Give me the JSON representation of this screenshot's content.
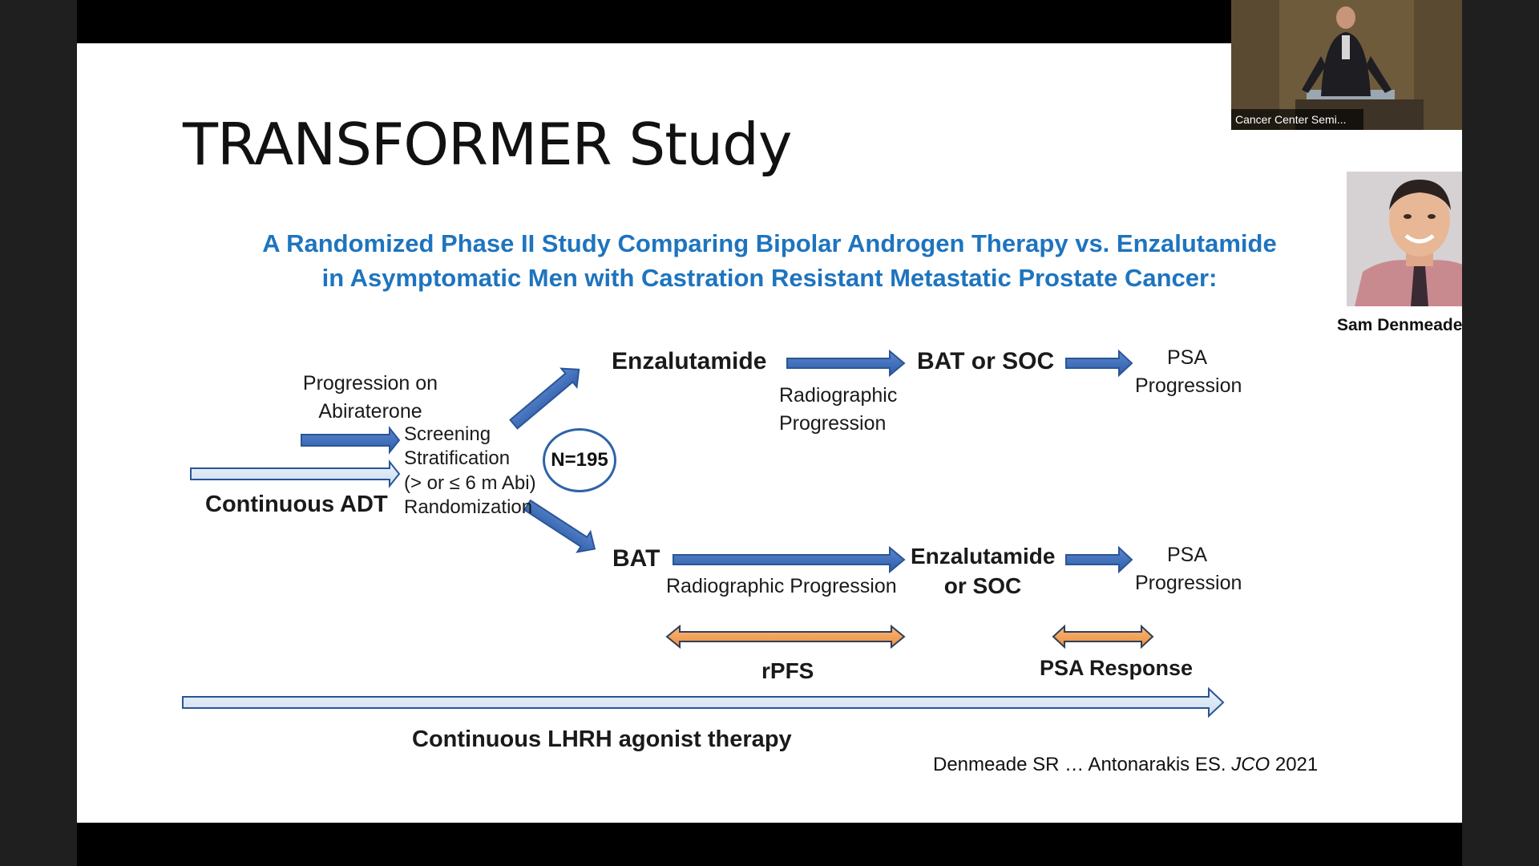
{
  "slide": {
    "title": "TRANSFORMER Study",
    "subtitle_line1": "A Randomized Phase II Study Comparing Bipolar Androgen Therapy vs. Enzalutamide",
    "subtitle_line2": "in Asymptomatic Men with Castration Resistant Metastatic Prostate Cancer:",
    "citation_plain": "Denmeade SR … Antonarakis ES. ",
    "citation_journal": "JCO",
    "citation_year": " 2021"
  },
  "presenter": {
    "name": "Sam Denmeade, M.D."
  },
  "video_thumbnail": {
    "label": "Cancer Center Semi..."
  },
  "diagram": {
    "progression_line1": "Progression on",
    "progression_line2": "Abiraterone",
    "screening": "Screening",
    "stratification": "Stratification",
    "stratification_detail": "(> or ≤ 6 m Abi)",
    "randomization": "Randomization",
    "continuous_adt": "Continuous ADT",
    "n_total": "N=195",
    "arm1_start": "Enzalutamide",
    "arm1_trigger_line1": "Radiographic",
    "arm1_trigger_line2": "Progression",
    "arm1_crossover": "BAT or SOC",
    "arm1_end_line1": "PSA",
    "arm1_end_line2": "Progression",
    "arm2_start": "BAT",
    "arm2_trigger": "Radiographic  Progression",
    "arm2_crossover_line1": "Enzalutamide",
    "arm2_crossover_line2": "or SOC",
    "arm2_end_line1": "PSA",
    "arm2_end_line2": "Progression",
    "rpfs": "rPFS",
    "psa_response": "PSA Response",
    "lhrh": "Continuous LHRH agonist therapy"
  },
  "colors": {
    "subtitle": "#1e74be",
    "arrow_blue": "#4472c4",
    "arrow_light": "#dce8f6",
    "arrow_orange": "#f4a460"
  }
}
